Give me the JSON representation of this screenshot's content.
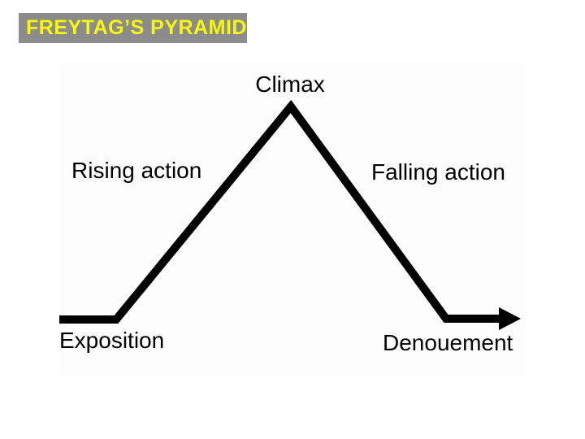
{
  "title": {
    "text": "FREYTAG’S PYRAMID"
  },
  "colors": {
    "page_bg": "#ffffff",
    "panel_bg": "#fdfdfd",
    "title_bg": "#8c8c8c",
    "title_text": "#f8f80a",
    "line": "#000000",
    "label_text": "#000000"
  },
  "diagram": {
    "labels": {
      "climax": "Climax",
      "rising": "Rising action",
      "falling": "Falling action",
      "exposition": "Exposition",
      "denouement": "Denouement"
    }
  }
}
